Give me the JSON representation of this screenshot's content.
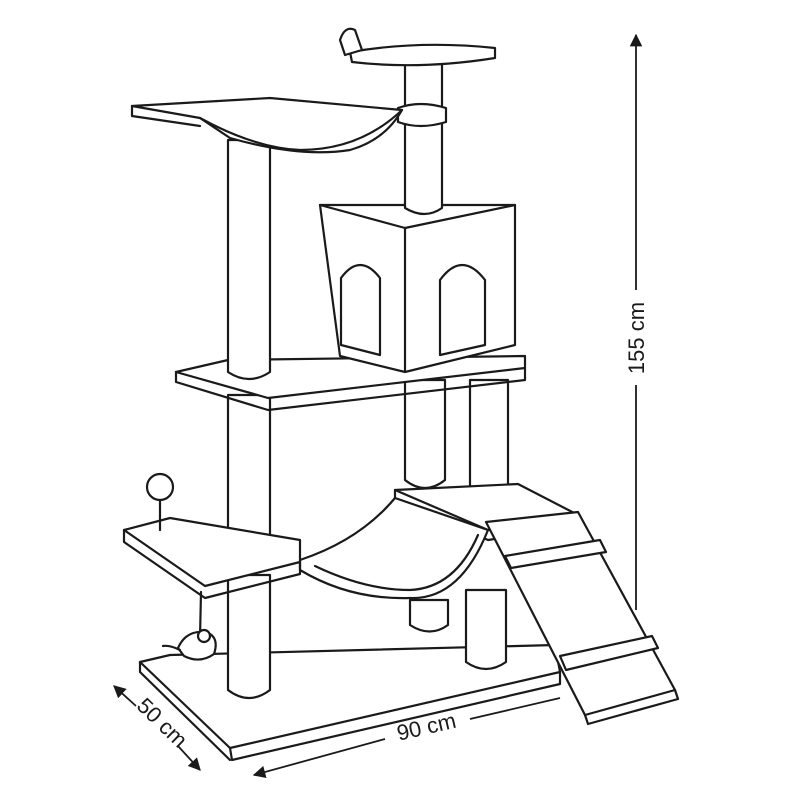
{
  "dimensions": {
    "height_label": "155 cm",
    "width_label": "90 cm",
    "depth_label": "50 cm"
  },
  "colors": {
    "line": "#1a1a1a",
    "background": "#ffffff"
  },
  "icons": [
    "mouse-toy-icon",
    "ball-toy-icon"
  ]
}
